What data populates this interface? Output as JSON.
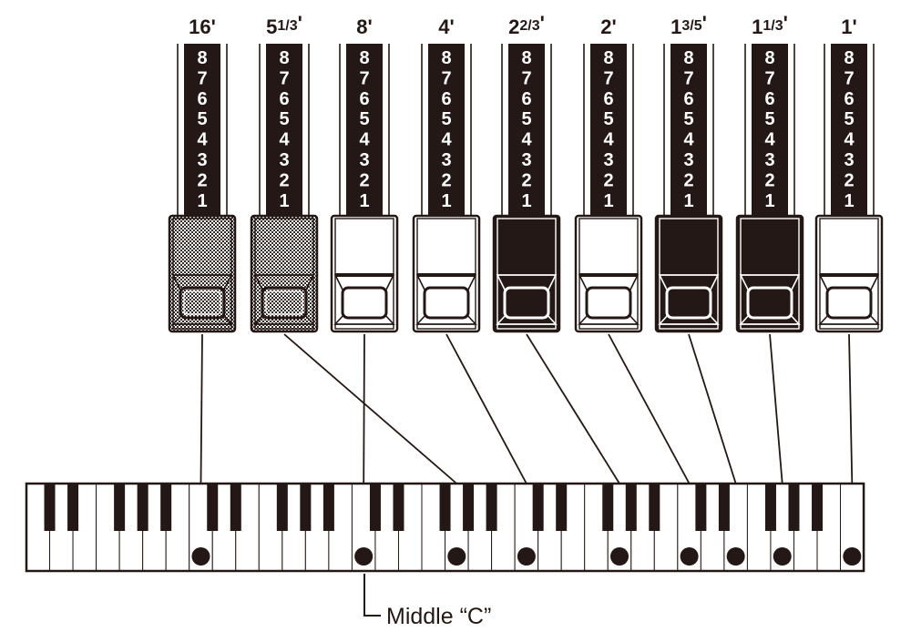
{
  "title": "Drawbar footages and keyboard pitch mapping",
  "colors": {
    "ink": "#231815",
    "paper": "#ffffff"
  },
  "scale_numbers": [
    "8",
    "7",
    "6",
    "5",
    "4",
    "3",
    "2",
    "1"
  ],
  "drawbars": [
    {
      "main": "16",
      "frac": "",
      "suffix": "'",
      "style": "shaded",
      "key_index": 7
    },
    {
      "main": "5",
      "frac": "1/3",
      "suffix": "'",
      "style": "shaded",
      "key_index": 18
    },
    {
      "main": "8",
      "frac": "",
      "suffix": "'",
      "style": "white",
      "key_index": 14
    },
    {
      "main": "4",
      "frac": "",
      "suffix": "'",
      "style": "white",
      "key_index": 21
    },
    {
      "main": "2",
      "frac": "2/3",
      "suffix": "'",
      "style": "black",
      "key_index": 25
    },
    {
      "main": "2",
      "frac": "",
      "suffix": "'",
      "style": "white",
      "key_index": 28
    },
    {
      "main": "1",
      "frac": "3/5",
      "suffix": "'",
      "style": "black",
      "key_index": 30
    },
    {
      "main": "1",
      "frac": "1/3",
      "suffix": "'",
      "style": "black",
      "key_index": 32
    },
    {
      "main": "1",
      "frac": "",
      "suffix": "'",
      "style": "white",
      "key_index": 35
    }
  ],
  "keyboard": {
    "white_keys": 36,
    "middle_c_index": 14
  },
  "callout": {
    "label": "Middle “C”"
  }
}
